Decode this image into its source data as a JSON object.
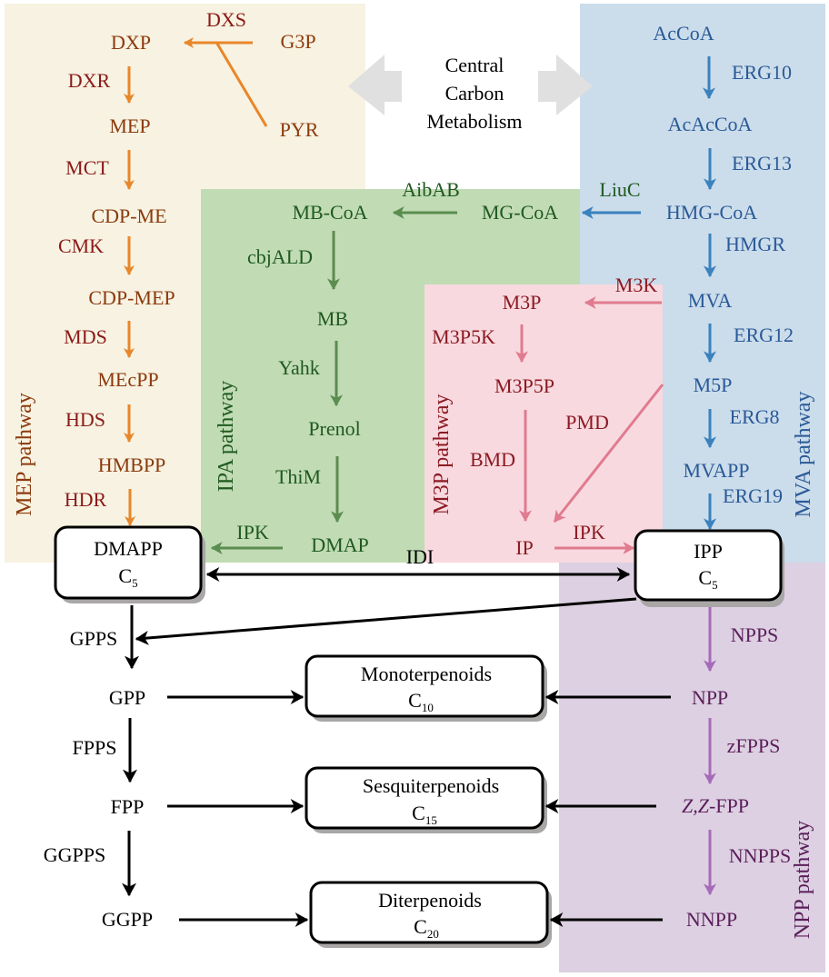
{
  "title": "Terpenoid precursor biosynthesis pathways",
  "colors": {
    "mep_bg": "#f7f2e1",
    "ipa_bg": "#c1dbb5",
    "m3p_bg": "#f8d9df",
    "mva_bg": "#cbdceb",
    "npp_bg": "#ddd0e2",
    "mep_arrow": "#e8862a",
    "ipa_arrow": "#5b8c50",
    "m3p_arrow": "#e07b8f",
    "mva_arrow": "#3a82bd",
    "npp_arrow": "#a66bb8",
    "central_arrow": "#e0e0e0"
  },
  "central": {
    "line1": "Central",
    "line2": "Carbon",
    "line3": "Metabolism"
  },
  "mep": {
    "pathway_label": "MEP pathway",
    "g3p": "G3P",
    "pyr": "PYR",
    "dxs": "DXS",
    "metabolites": [
      "DXP",
      "MEP",
      "CDP-ME",
      "CDP-MEP",
      "MEcPP",
      "HMBPP"
    ],
    "enzymes": [
      "DXR",
      "MCT",
      "CMK",
      "MDS",
      "HDS",
      "HDR"
    ]
  },
  "ipa": {
    "pathway_label": "IPA pathway",
    "metabolites": [
      "MB-CoA",
      "MB",
      "Prenol",
      "DMAP"
    ],
    "enzymes": [
      "cbjALD",
      "Yahk",
      "ThiM"
    ],
    "aibab": "AibAB",
    "mgcoa": "MG-CoA",
    "ipk": "IPK"
  },
  "m3p": {
    "pathway_label": "M3P pathway",
    "metabolites": [
      "M3P",
      "M3P5P",
      "IP"
    ],
    "enzymes": [
      "M3K",
      "M3P5K",
      "BMD",
      "PMD",
      "IPK"
    ]
  },
  "mva": {
    "pathway_label": "MVA pathway",
    "metabolites": [
      "AcCoA",
      "AcAcCoA",
      "HMG-CoA",
      "MVA",
      "M5P",
      "MVAPP"
    ],
    "enzymes": [
      "ERG10",
      "ERG13",
      "HMGR",
      "ERG12",
      "ERG8",
      "ERG19"
    ],
    "liuc": "LiuC"
  },
  "core": {
    "dmapp": {
      "name": "DMAPP",
      "carbon": "C",
      "sub": "5"
    },
    "ipp": {
      "name": "IPP",
      "carbon": "C",
      "sub": "5"
    },
    "idi": "IDI",
    "left_metabolites": [
      "GPP",
      "FPP",
      "GGPP"
    ],
    "left_enzymes": [
      "GPPS",
      "FPPS",
      "GGPPS"
    ],
    "products": [
      {
        "name": "Monoterpenoids",
        "carbon": "C",
        "sub": "10"
      },
      {
        "name": "Sesquiterpenoids",
        "carbon": "C",
        "sub": "15"
      },
      {
        "name": "Diterpenoids",
        "carbon": "C",
        "sub": "20"
      }
    ]
  },
  "npp": {
    "pathway_label": "NPP pathway",
    "metabolites": [
      "NPP",
      "FPP",
      "NNPP"
    ],
    "zz_prefix": "Z,Z-",
    "enzymes": [
      "NPPS",
      "zFPPS",
      "NNPPS"
    ]
  }
}
